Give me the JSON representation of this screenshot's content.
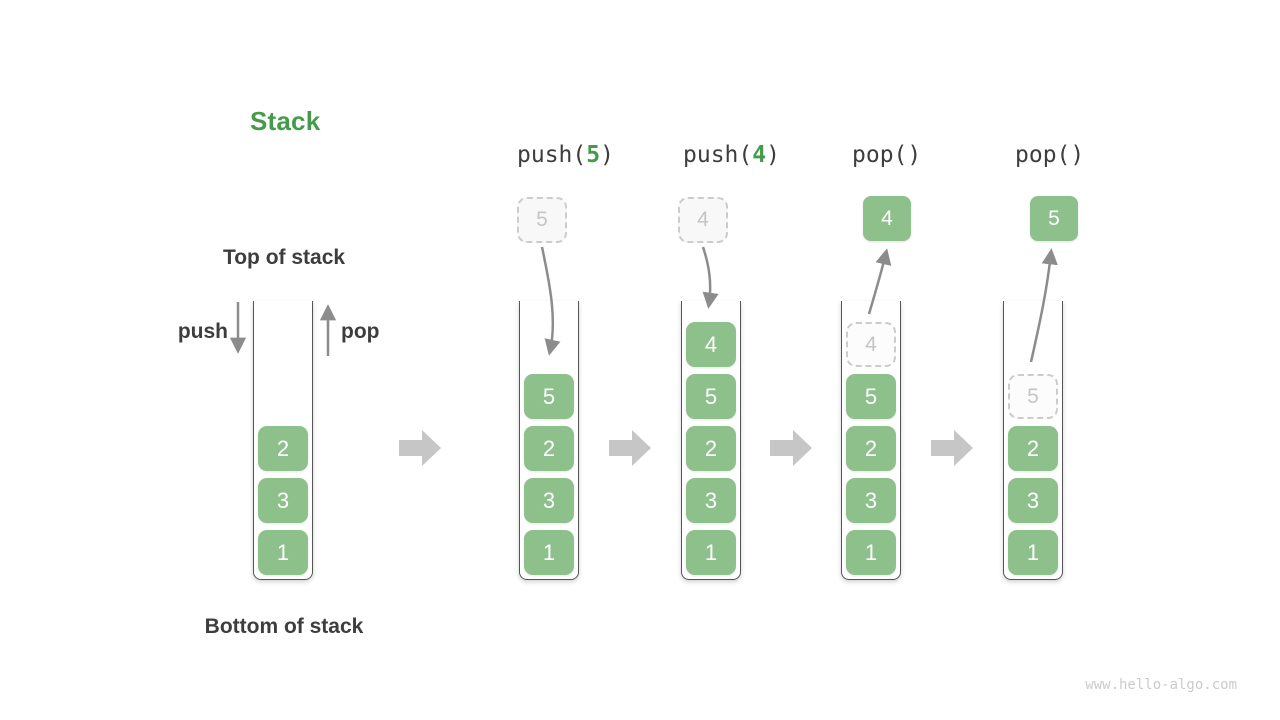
{
  "title": "Stack",
  "annotations": {
    "top_label": "Top of stack",
    "bottom_label": "Bottom of stack",
    "push_label": "push",
    "pop_label": "pop"
  },
  "operations": [
    {
      "prefix": "push(",
      "arg": "5",
      "suffix": ")"
    },
    {
      "prefix": "push(",
      "arg": "4",
      "suffix": ")"
    },
    {
      "prefix": "pop()",
      "arg": "",
      "suffix": ""
    },
    {
      "prefix": "pop()",
      "arg": "",
      "suffix": ""
    }
  ],
  "floating_values": [
    {
      "value": "5",
      "style": "dashed"
    },
    {
      "value": "4",
      "style": "dashed"
    },
    {
      "value": "4",
      "style": "solid"
    },
    {
      "value": "5",
      "style": "solid"
    }
  ],
  "stacks": [
    {
      "name": "initial",
      "cells": [
        "2",
        "3",
        "1"
      ]
    },
    {
      "name": "after-push-5",
      "cells": [
        "5",
        "2",
        "3",
        "1"
      ]
    },
    {
      "name": "after-push-4",
      "cells": [
        "4",
        "5",
        "2",
        "3",
        "1"
      ]
    },
    {
      "name": "during-pop-4",
      "ghost": "4",
      "cells": [
        "5",
        "2",
        "3",
        "1"
      ]
    },
    {
      "name": "during-pop-5",
      "ghost": "5",
      "cells": [
        "2",
        "3",
        "1"
      ]
    }
  ],
  "watermark": "www.hello-algo.com",
  "colors": {
    "cell_green": "#8dc08b",
    "accent_green": "#469b4b",
    "text_dark": "#3d3d3d",
    "arrow_gray": "#8c8c8c",
    "transition_gray": "#c6c6c6",
    "ghost_border": "#cccccc",
    "ghost_text": "#c5c5c5",
    "container_border": "#555555",
    "watermark_gray": "#cbcbcb"
  }
}
